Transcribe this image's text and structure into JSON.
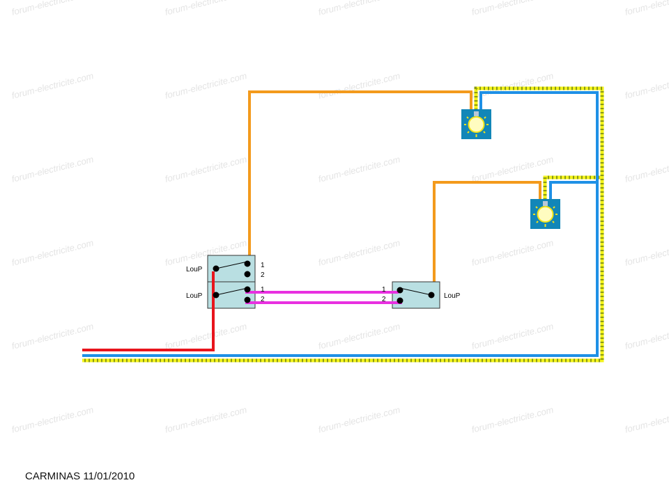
{
  "watermark": "forum-electricite.com",
  "switches": [
    {
      "name": "upper-left",
      "label": "LouP",
      "terminals": [
        "1",
        "2"
      ]
    },
    {
      "name": "lower-left",
      "label": "LouP",
      "terminals": [
        "1",
        "2"
      ]
    },
    {
      "name": "right",
      "label": "LouP",
      "terminals": [
        "1",
        "2"
      ]
    }
  ],
  "credit": "CARMINAS 11/01/2010",
  "colors": {
    "phase": "#e8141c",
    "return": "#f39a1c",
    "neutral": "#1e90e6",
    "earth": "#f2f21a",
    "traveler": "#e830e0",
    "switch_box": "#b9dfe2",
    "lamp_box": "#1286b8"
  }
}
